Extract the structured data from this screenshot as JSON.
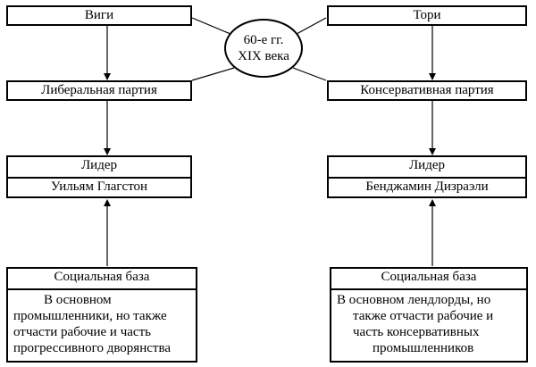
{
  "center": {
    "line1": "60-е гг.",
    "line2": "XIX века"
  },
  "left": {
    "party_origin": "Виги",
    "party": "Либеральная партия",
    "leader_title": "Лидер",
    "leader_name": "Уильям Глагстон",
    "base_title": "Социальная база",
    "base_lines": [
      "В основном",
      "промышленники, но также",
      "отчасти рабочие и часть",
      "прогрессивного дворянства"
    ]
  },
  "right": {
    "party_origin": "Тори",
    "party": "Консервативная партия",
    "leader_title": "Лидер",
    "leader_name": "Бенджамин Дизраэли",
    "base_title": "Социальная база",
    "base_lines": [
      "В основном лендлорды, но",
      "также отчасти рабочие и",
      "часть консервативных",
      "промышленников"
    ]
  }
}
